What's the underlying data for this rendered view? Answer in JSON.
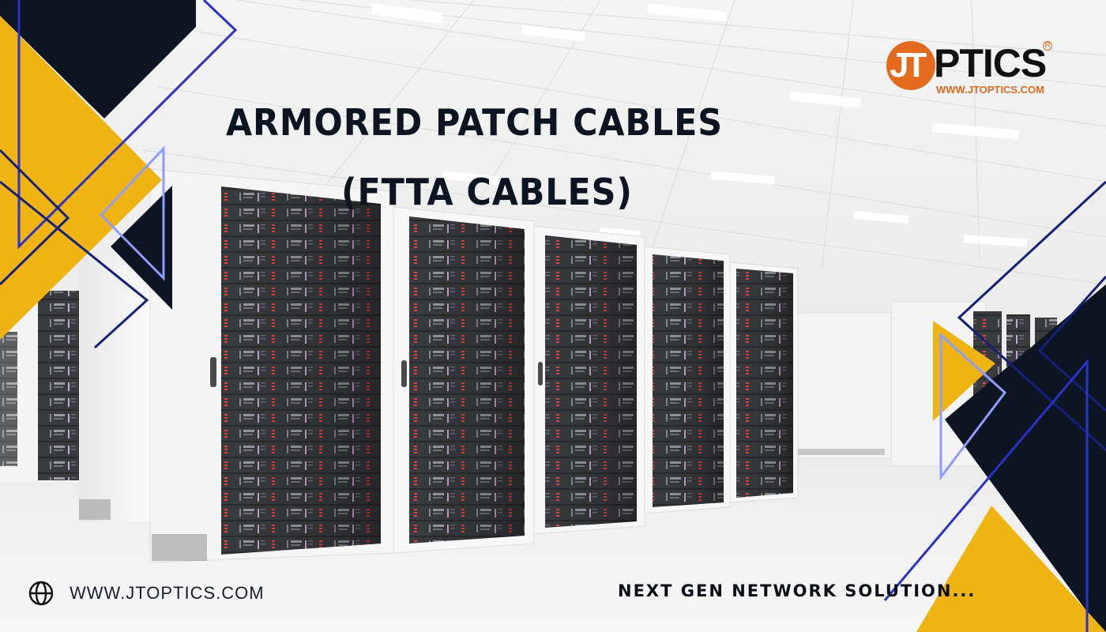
{
  "banner": {
    "headline_line1": "ARMORED PATCH CABLES",
    "headline_line2": "(FTTA CABLES)",
    "tagline": "NEXT GEN NETWORK SOLUTION..."
  },
  "logo": {
    "mark": "JT",
    "wordmark": "PTICS",
    "registered": "R",
    "url": "WWW.JTOPTICS.COM"
  },
  "footer": {
    "icon": "globe-icon",
    "url": "WWW.JTOPTICS.COM"
  },
  "colors": {
    "navy": "#0d1422",
    "yellow": "#f0b412",
    "blue_line": "#2a32c8",
    "dark_blue_line": "#14207a",
    "light_blue_line": "#8f9cff",
    "logo_orange": "#e46a1e"
  }
}
